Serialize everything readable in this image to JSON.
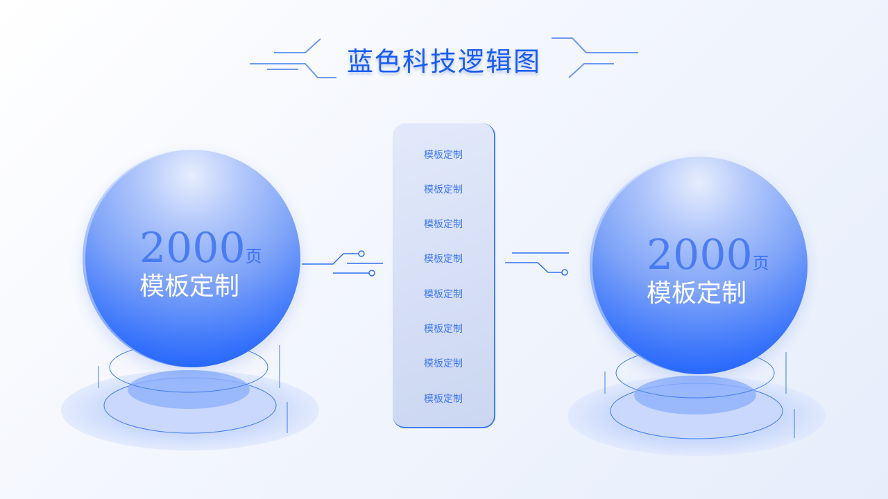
{
  "title": "蓝色科技逻辑图",
  "left_sphere": {
    "number": "2000",
    "unit": "页",
    "label": "模板定制"
  },
  "right_sphere": {
    "number": "2000",
    "unit": "页",
    "label": "模板定制"
  },
  "panel": {
    "items": [
      "模板定制",
      "模板定制",
      "模板定制",
      "模板定制",
      "模板定制",
      "模板定制",
      "模板定制",
      "模板定制"
    ]
  },
  "colors": {
    "accent": "#0b55ff",
    "title": "#1a5cf0"
  }
}
